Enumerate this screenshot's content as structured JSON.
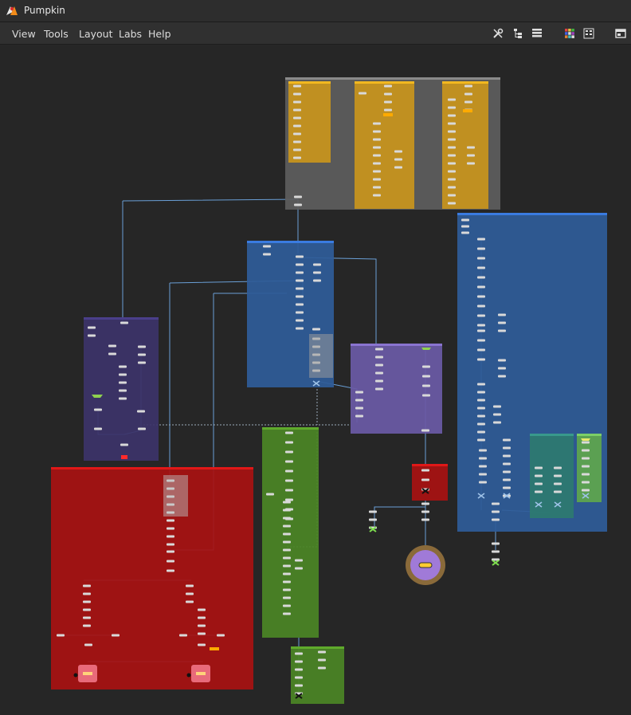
{
  "window": {
    "title": "Pumpkin"
  },
  "menu": [
    {
      "label": "View"
    },
    {
      "label": "Tools"
    },
    {
      "label": "Layout"
    },
    {
      "label": "Labs"
    },
    {
      "label": "Help"
    }
  ],
  "toolbar": [
    {
      "icon": "wrench-tools-icon"
    },
    {
      "icon": "tree-hierarchy-icon"
    },
    {
      "icon": "list-view-icon"
    },
    {
      "icon": "color-palette-grid-icon"
    },
    {
      "icon": "tile-layout-icon"
    },
    {
      "icon": "pane-layout-icon"
    }
  ],
  "colors": {
    "background": "#262626",
    "grey_box": "#5e5e5e",
    "gold_box": "#c8951d",
    "blue_box": "#2f5c99",
    "indigo_box": "#3c3469",
    "violet_box": "#6b5aa6",
    "red_box": "#a81212",
    "green_box": "#4b8526",
    "teal_box": "#2d7a70",
    "lime_box": "#5fa64d",
    "wire": "#6a9fd6",
    "node": "#d9d9d9"
  },
  "network": {
    "network_boxes": [
      {
        "name": "grey-box"
      },
      {
        "name": "gold-box-1"
      },
      {
        "name": "gold-box-2"
      },
      {
        "name": "gold-box-3"
      },
      {
        "name": "blue-box-center"
      },
      {
        "name": "blue-box-right"
      },
      {
        "name": "indigo-box"
      },
      {
        "name": "violet-box"
      },
      {
        "name": "red-box-main"
      },
      {
        "name": "red-box-small"
      },
      {
        "name": "green-box-tall"
      },
      {
        "name": "green-box-bottom"
      },
      {
        "name": "teal-box"
      },
      {
        "name": "lime-box"
      }
    ]
  }
}
